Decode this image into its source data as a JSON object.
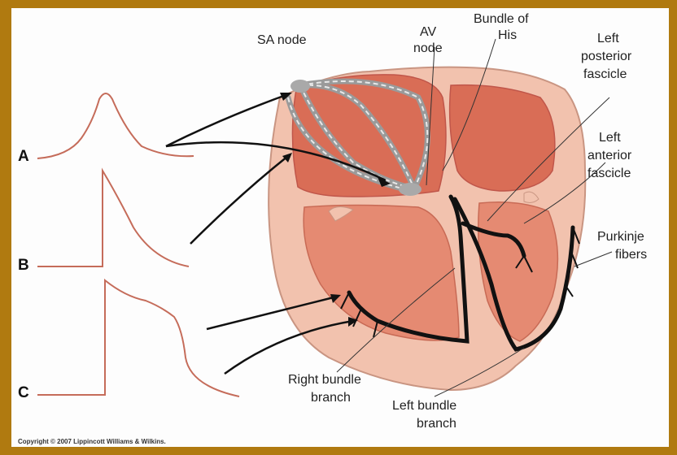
{
  "labels": {
    "sa_node": "SA node",
    "av_node_1": "AV",
    "av_node_2": "node",
    "bundle_his_1": "Bundle of",
    "bundle_his_2": "His",
    "left_posterior_1": "Left",
    "left_posterior_2": "posterior",
    "left_posterior_3": "fascicle",
    "left_anterior_1": "Left",
    "left_anterior_2": "anterior",
    "left_anterior_3": "fascicle",
    "purkinje_1": "Purkinje",
    "purkinje_2": "fibers",
    "right_bundle_1": "Right bundle",
    "right_bundle_2": "branch",
    "left_bundle_1": "Left bundle",
    "left_bundle_2": "branch"
  },
  "waveforms": {
    "a": "A",
    "b": "B",
    "c": "C"
  },
  "copyright": "Copyright © 2007 Lippincott Williams & Wilkins.",
  "colors": {
    "frame": "#b07a10",
    "heart_outer": "#f2c2ae",
    "heart_inner": "#e58a72",
    "chamber": "#d96d56",
    "conduction": "#111111",
    "sa_pathway": "#a9a9a9",
    "waveform": "#c56c5a"
  }
}
